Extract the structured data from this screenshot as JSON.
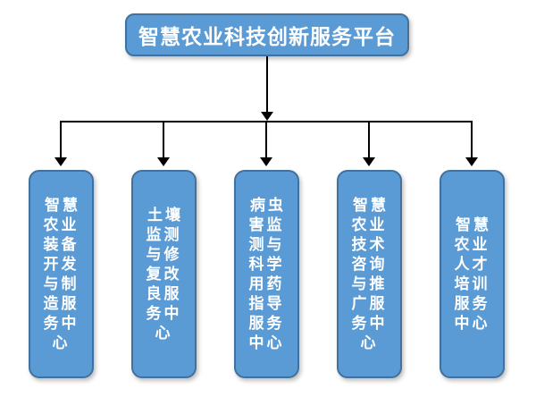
{
  "diagram": {
    "type": "hierarchy-tree",
    "root": {
      "label": "智慧农业科技创新服务平台"
    },
    "children": [
      {
        "text": "智慧农业装备开发与制造服务中心",
        "label": "智慧\n农业\n装备\n开发\n与制\n造服\n务中\n心"
      },
      {
        "text": "土壤监测与修复改良服务中心",
        "label": "土壤\n监测\n与修\n复改\n良服\n务中\n心"
      },
      {
        "text": "病虫害监测与科学用药指导服务中心",
        "label": "病虫\n害监\n测与\n科学\n用药\n指导\n服务\n中心"
      },
      {
        "text": "智慧农业技术咨询与推广服务中心",
        "label": "智慧\n农业\n技术\n咨询\n与推\n广服\n务中\n心"
      },
      {
        "text": "智慧农业人才培训服务中心",
        "label": "智慧\n农业\n人才\n培训\n服务\n中心"
      }
    ],
    "colors": {
      "box_fill": "#5B9BD5",
      "box_border": "#41719C",
      "text": "#FFFFFF",
      "connector": "#000000",
      "background": "#FFFFFF"
    }
  }
}
